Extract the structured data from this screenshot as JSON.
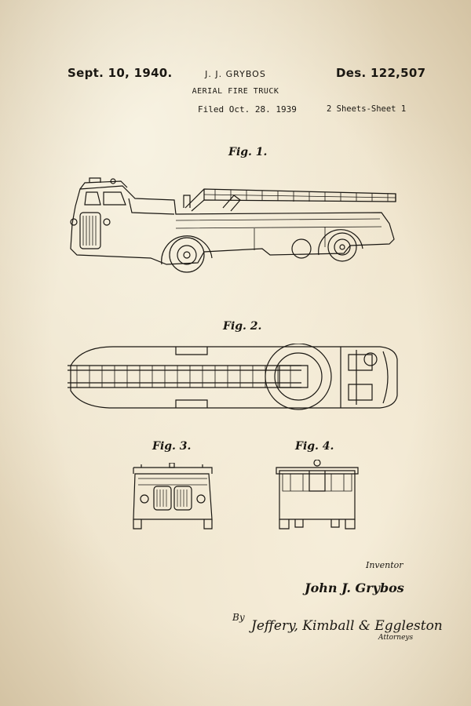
{
  "header": {
    "date": "Sept. 10, 1940.",
    "inventor_name": "J. J. GRYBOS",
    "patent_number": "Des. 122,507",
    "title": "AERIAL FIRE TRUCK",
    "filed": "Filed Oct. 28. 1939",
    "sheets": "2 Sheets-Sheet 1"
  },
  "figures": {
    "fig1": "Fig. 1.",
    "fig2": "Fig. 2.",
    "fig3": "Fig. 3.",
    "fig4": "Fig. 4."
  },
  "signatures": {
    "inventor_role": "Inventor",
    "inventor_signature": "John J. Grybos",
    "by": "By",
    "attorneys_signature": "Jeffery, Kimball & Eggleston",
    "attorneys_role": "Attorneys"
  },
  "colors": {
    "paper": "#eee3cb",
    "ink": "#1a1712"
  }
}
